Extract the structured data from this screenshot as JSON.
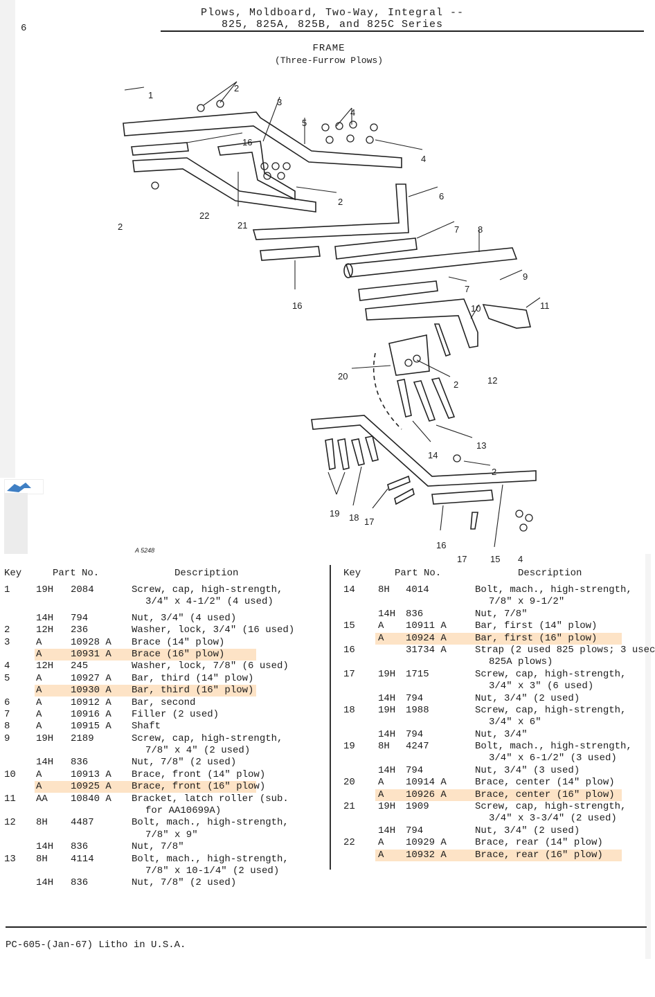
{
  "page_number": "6",
  "header": {
    "line1": "Plows, Moldboard, Two-Way, Integral --",
    "line2": "825, 825A, 825B, and 825C Series"
  },
  "figure": {
    "title": "FRAME",
    "subtitle": "(Three-Furrow Plows)",
    "number": "A 5248",
    "callouts": [
      "1",
      "2",
      "3",
      "4",
      "4",
      "5",
      "16",
      "2",
      "22",
      "21",
      "2",
      "6",
      "7",
      "8",
      "16",
      "9",
      "7",
      "11",
      "10",
      "20",
      "2",
      "12",
      "13",
      "14",
      "2",
      "19",
      "18",
      "17",
      "16",
      "17",
      "15",
      "4"
    ]
  },
  "table": {
    "headers": {
      "key": "Key",
      "part_no": "Part No.",
      "description": "Description"
    },
    "left_rows": [
      {
        "key": "1",
        "prefix": "19H",
        "num": "2084",
        "desc": "Screw, cap, high-strength,"
      },
      {
        "key": "",
        "prefix": "",
        "num": "",
        "desc": "3/4\" x 4-1/2\" (4 used)",
        "indent": true
      },
      {
        "gap": true
      },
      {
        "key": "",
        "prefix": "14H",
        "num": "794",
        "desc": "Nut, 3/4\" (4 used)"
      },
      {
        "key": "2",
        "prefix": "12H",
        "num": "236",
        "desc": "Washer, lock, 3/4\" (16 used)"
      },
      {
        "key": "3",
        "prefix": "A",
        "num": "10928 A",
        "desc": "Brace (14\" plow)"
      },
      {
        "key": "",
        "prefix": "A",
        "num": "10931 A",
        "desc": "Brace (16\" plow)",
        "hl": true
      },
      {
        "key": "4",
        "prefix": "12H",
        "num": "245",
        "desc": "Washer, lock, 7/8\" (6 used)"
      },
      {
        "key": "5",
        "prefix": "A",
        "num": "10927 A",
        "desc": "Bar, third (14\" plow)"
      },
      {
        "key": "",
        "prefix": "A",
        "num": "10930 A",
        "desc": "Bar, third (16\" plow)",
        "hl": true
      },
      {
        "key": "6",
        "prefix": "A",
        "num": "10912 A",
        "desc": "Bar, second"
      },
      {
        "key": "7",
        "prefix": "A",
        "num": "10916 A",
        "desc": "Filler (2 used)"
      },
      {
        "key": "8",
        "prefix": "A",
        "num": "10915 A",
        "desc": "Shaft"
      },
      {
        "key": "9",
        "prefix": "19H",
        "num": "2189",
        "desc": "Screw, cap, high-strength,"
      },
      {
        "key": "",
        "prefix": "",
        "num": "",
        "desc": "7/8\" x 4\" (2 used)",
        "indent": true
      },
      {
        "key": "",
        "prefix": "14H",
        "num": "836",
        "desc": "Nut, 7/8\" (2 used)"
      },
      {
        "key": "10",
        "prefix": "A",
        "num": "10913 A",
        "desc": "Brace, front (14\" plow)"
      },
      {
        "key": "",
        "prefix": "A",
        "num": "10925 A",
        "desc": "Brace, front (16\" plow)",
        "hl": true
      },
      {
        "key": "11",
        "prefix": "AA",
        "num": "10840 A",
        "desc": "Bracket, latch roller (sub."
      },
      {
        "key": "",
        "prefix": "",
        "num": "",
        "desc": "for AA10699A)",
        "indent": true
      },
      {
        "key": "12",
        "prefix": "8H",
        "num": "4487",
        "desc": "Bolt, mach., high-strength,"
      },
      {
        "key": "",
        "prefix": "",
        "num": "",
        "desc": "7/8\" x 9\"",
        "indent": true
      },
      {
        "key": "",
        "prefix": "14H",
        "num": "836",
        "desc": "Nut, 7/8\""
      },
      {
        "key": "13",
        "prefix": "8H",
        "num": "4114",
        "desc": "Bolt, mach., high-strength,"
      },
      {
        "key": "",
        "prefix": "",
        "num": "",
        "desc": "7/8\" x 10-1/4\" (2 used)",
        "indent": true
      },
      {
        "key": "",
        "prefix": "14H",
        "num": "836",
        "desc": "Nut, 7/8\" (2 used)"
      }
    ],
    "right_rows": [
      {
        "key": "14",
        "prefix": "8H",
        "num": "4014",
        "desc": "Bolt, mach., high-strength,"
      },
      {
        "key": "",
        "prefix": "",
        "num": "",
        "desc": "7/8\" x 9-1/2\"",
        "indent": true
      },
      {
        "key": "",
        "prefix": "14H",
        "num": "836",
        "desc": "Nut, 7/8\""
      },
      {
        "key": "15",
        "prefix": "A",
        "num": "10911 A",
        "desc": "Bar, first (14\" plow)"
      },
      {
        "key": "",
        "prefix": "A",
        "num": "10924 A",
        "desc": "Bar, first (16\" plow)",
        "hl": true
      },
      {
        "key": "16",
        "prefix": "",
        "num": "31734 A",
        "desc": "Strap (2 used 825 plows; 3 usec"
      },
      {
        "key": "",
        "prefix": "",
        "num": "",
        "desc": "825A plows)",
        "indent": true
      },
      {
        "key": "17",
        "prefix": "19H",
        "num": "1715",
        "desc": "Screw, cap, high-strength,"
      },
      {
        "key": "",
        "prefix": "",
        "num": "",
        "desc": "3/4\" x 3\" (6 used)",
        "indent": true
      },
      {
        "key": "",
        "prefix": "14H",
        "num": "794",
        "desc": "Nut, 3/4\" (2 used)"
      },
      {
        "key": "18",
        "prefix": "19H",
        "num": "1988",
        "desc": "Screw, cap, high-strength,"
      },
      {
        "key": "",
        "prefix": "",
        "num": "",
        "desc": "3/4\" x 6\"",
        "indent": true
      },
      {
        "key": "",
        "prefix": "14H",
        "num": "794",
        "desc": "Nut, 3/4\""
      },
      {
        "key": "19",
        "prefix": "8H",
        "num": "4247",
        "desc": "Bolt, mach., high-strength,"
      },
      {
        "key": "",
        "prefix": "",
        "num": "",
        "desc": "3/4\" x 6-1/2\" (3 used)",
        "indent": true
      },
      {
        "key": "",
        "prefix": "14H",
        "num": "794",
        "desc": "Nut, 3/4\" (3 used)"
      },
      {
        "key": "20",
        "prefix": "A",
        "num": "10914 A",
        "desc": "Brace, center (14\" plow)"
      },
      {
        "key": "",
        "prefix": "A",
        "num": "10926 A",
        "desc": "Brace, center (16\" plow)",
        "hl": true
      },
      {
        "key": "21",
        "prefix": "19H",
        "num": "1909",
        "desc": "Screw, cap, high-strength,"
      },
      {
        "key": "",
        "prefix": "",
        "num": "",
        "desc": "3/4\" x 3-3/4\" (2 used)",
        "indent": true
      },
      {
        "key": "",
        "prefix": "14H",
        "num": "794",
        "desc": "Nut, 3/4\" (2 used)"
      },
      {
        "key": "22",
        "prefix": "A",
        "num": "10929 A",
        "desc": "Brace, rear (14\" plow)"
      },
      {
        "key": "",
        "prefix": "A",
        "num": "10932 A",
        "desc": "Brace, rear (16\" plow)",
        "hl": true
      }
    ]
  },
  "footer": "PC-605-(Jan-67)   Litho in U.S.A.",
  "colors": {
    "highlight": "#fde3c6",
    "ink": "#1c1c1c"
  }
}
